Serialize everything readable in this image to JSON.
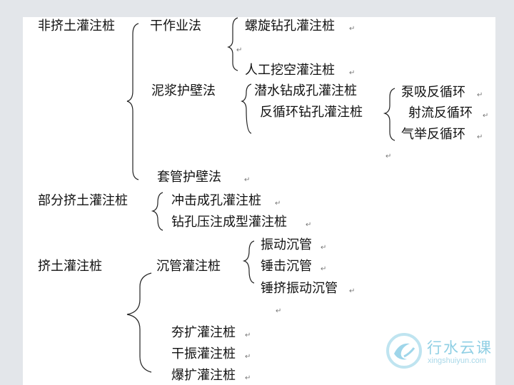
{
  "diagram": {
    "non_compacted": {
      "title": "非挤土灌注桩",
      "dry_method": {
        "label": "干作业法",
        "items": [
          "螺旋钻孔灌注桩",
          "人工挖空灌注桩"
        ]
      },
      "mud_method": {
        "label": "泥浆护壁法",
        "items": [
          "潜水钻成孔灌注桩",
          "反循环钻孔灌注桩"
        ],
        "reverse_types": [
          "泵吸反循环",
          "射流反循环",
          "气举反循环"
        ]
      },
      "casing_method": {
        "label": "套管护壁法"
      }
    },
    "partial": {
      "title": "部分挤土灌注桩",
      "items": [
        "冲击成孔灌注桩",
        "钻孔压注成型灌注桩"
      ]
    },
    "compacted": {
      "title": "挤土灌注桩",
      "sink_pipe": {
        "label": "沉管灌注桩",
        "items": [
          "振动沉管",
          "锤击沉管",
          "锤挤振动沉管"
        ]
      },
      "others": [
        "夯扩灌注桩",
        "干振灌注桩",
        "爆扩灌注桩"
      ]
    },
    "return_mark": "↵"
  },
  "watermark": {
    "title": "行水云课",
    "url": "xingshuiyun.com"
  }
}
